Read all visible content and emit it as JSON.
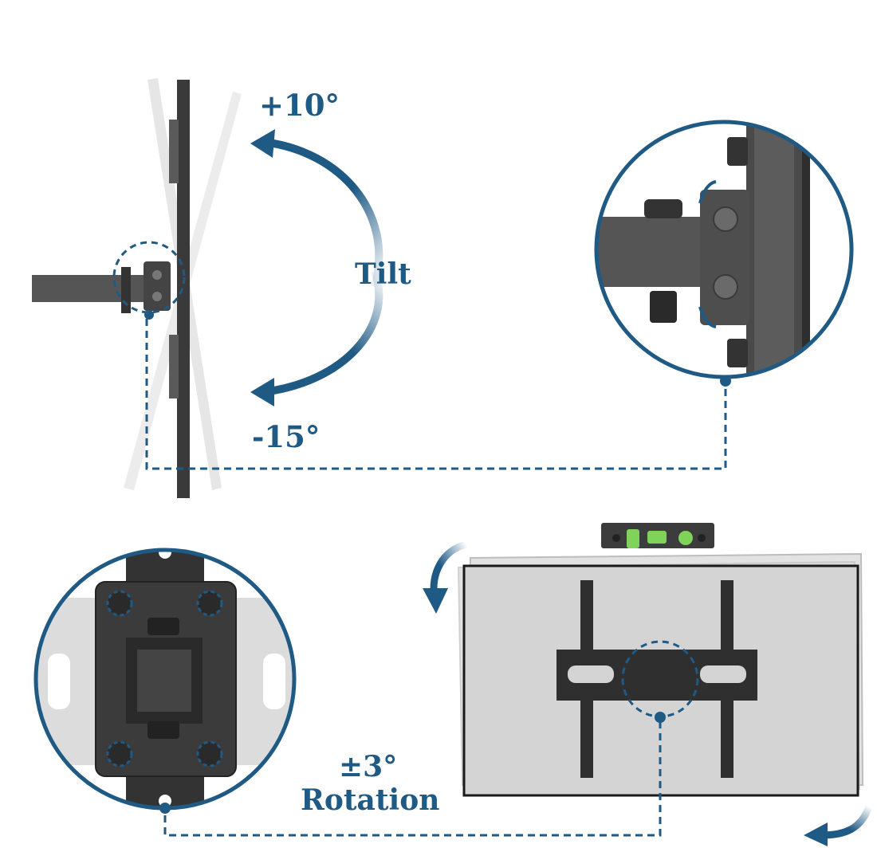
{
  "labels": {
    "tilt_up": "+10°",
    "tilt": "Tilt",
    "tilt_down": "-15°",
    "rotation_degrees": "±3°",
    "rotation": "Rotation"
  },
  "colors": {
    "accent_blue": "#1f5a85",
    "bracket_dark": "#3a3a3a",
    "tv_panel": "#d4d4d4",
    "level_green": "#7fd35a"
  },
  "icons": {
    "tilt_arrow_up": "curved-arrow-up-icon",
    "tilt_arrow_down": "curved-arrow-down-icon",
    "rotate_arrow_top": "curved-arrow-rotate-cw-icon",
    "rotate_arrow_bottom": "curved-arrow-rotate-ccw-icon",
    "spirit_level": "spirit-level-icon"
  }
}
